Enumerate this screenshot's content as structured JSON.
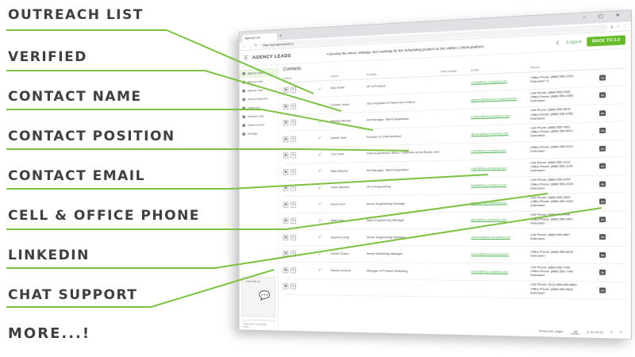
{
  "features": [
    {
      "label": "OUTREACH LIST"
    },
    {
      "label": "VERIFIED"
    },
    {
      "label": "CONTACT NAME"
    },
    {
      "label": "CONTACT POSITION"
    },
    {
      "label": "CONTACT EMAIL"
    },
    {
      "label": "CELL & OFFICE PHONE"
    },
    {
      "label": "LINKEDIN"
    },
    {
      "label": "CHAT SUPPORT"
    },
    {
      "label": "MORE...!"
    }
  ],
  "colors": {
    "accent": "#66bb2a",
    "line": "#7cc242",
    "text": "#3f3f3f"
  },
  "browser": {
    "tab_title": "Agency List",
    "new_tab": "+",
    "window_controls": "– ▢ ✕",
    "address": "https://app.agencyleads.io",
    "address_icons": [
      "key-icon",
      "star-icon",
      "menu-dots-icon"
    ]
  },
  "app": {
    "logo": "AGENCY LEADS",
    "announcement": "• Develop the vision, strategy, and roadmap for the Scheduling product on the Vidhen 1 block platform",
    "logout": "Logout",
    "back_button": "BACK TO 2.0",
    "page_title": "Contacts",
    "sidebar": {
      "items": [
        {
          "label": "Agency Lists",
          "active": true
        },
        {
          "label": "Agency Lists",
          "active": false
        },
        {
          "label": "Agency Type",
          "active": false
        },
        {
          "label": "Search Agencies",
          "active": false
        },
        {
          "label": "Client List",
          "active": false
        },
        {
          "label": "Outreach List",
          "active": false
        },
        {
          "label": "Global Search",
          "active": false
        },
        {
          "label": "Settings",
          "active": false
        }
      ],
      "chat_heading": "Chat with us",
      "chat_placeholder": "Type your message here..."
    },
    "table": {
      "headers": [
        "Actions",
        "",
        "Name",
        "Position",
        "Last Contact",
        "Email",
        "Phone",
        ""
      ],
      "rows": [
        {
          "name": "Bob Smith",
          "position": "VP of Product",
          "email": "cnick@tiny.company.com",
          "phone": [
            "Office Phone: (888) 555-1234",
            "Extension: 5"
          ]
        },
        {
          "name": "Landon Jones",
          "position": "Vice President of Talent and Culture",
          "email": "awilson@bluebox.company.com",
          "phone": [
            "Cell Phone: (888) 555-2345",
            "Office Phone: (888) 555-3456",
            "Extension:"
          ]
        },
        {
          "name": "Melissa Murray",
          "position": "HR Manager, Talent Acquisition",
          "email": "mellisa@tiny.company.com",
          "phone": [
            "Cell Phone: (888) 555-5678",
            "Office Phone: (888) 555-6789",
            "Extension:"
          ]
        },
        {
          "name": "Daniel Jean",
          "position": "Founder & Chief Architect",
          "email": "djeam@tiny.company.com",
          "phone": [
            "Cell Phone: (888) 555-7891",
            "Office Phone: (888) 555-8912",
            "Extension:"
          ]
        },
        {
          "name": "The Chief",
          "position": "Chief Experience Officer, Chairman of the Board, and Founder",
          "email": "chief@tiny.company.com",
          "phone": [
            "Office Phone: (888) 555-9123",
            "Extension:"
          ]
        },
        {
          "name": "Mike Murphy",
          "position": "HR Manager, Talent Acquisition",
          "email": "mike@tiny.company.com",
          "phone": [
            "Cell Phone: (888) 555-1123",
            "Office Phone: (888) 555-1134",
            "Extension:"
          ]
        },
        {
          "name": "Hank Stevens",
          "position": "VP of Engineering",
          "email": "hank@tiny.company.com",
          "phone": [
            "Cell Phone: (888) 555-2234",
            "Office Phone: (888) 555-2245",
            "Extension:"
          ]
        },
        {
          "name": "Harry Ford",
          "position": "Senior Engineering Manager",
          "email": "harry@tiny.company.com",
          "phone": [
            "Cell Phone: (888) 555-3345",
            "Office Phone: (888) 555-3356",
            "Extension:"
          ]
        },
        {
          "name": "Allan Tran",
          "position": "Sales Engineering Manager",
          "email": "allan@tiny.company.com",
          "phone": [
            "Cell Phone: (888) 555-4456",
            "Office Phone: (888) 555-4467",
            "Extension:"
          ]
        },
        {
          "name": "Deanna Lindy",
          "position": "Senior Engineering Manager",
          "email": "deanna@tiny.company.com",
          "phone": [
            "Cell Phone: (888) 555-5567",
            "Extension:"
          ]
        },
        {
          "name": "Hunter Evans",
          "position": "Senior Marketing Manager",
          "email": "hunter@tiny.company.com",
          "phone": [
            "Office Phone: (888) 555-6678",
            "Extension:"
          ]
        },
        {
          "name": "Rachel Greene",
          "position": "Manager of Product Marketing",
          "email": "rachel@tiny.company.com",
          "phone": [
            "Cell Phone: (888) 555-7789",
            "Office Phone: (888) 555-7790",
            "Extension:"
          ]
        },
        {
          "name": "",
          "position": "",
          "email": "",
          "phone": [
            "Cell Phone: (512) 888-555-8890",
            "Office Phone: (888) 555-9903",
            "Extension:"
          ]
        }
      ]
    },
    "pager": {
      "rows_label": "Rows per page:",
      "rows_value": "All",
      "range": "1-12 of 12"
    }
  }
}
